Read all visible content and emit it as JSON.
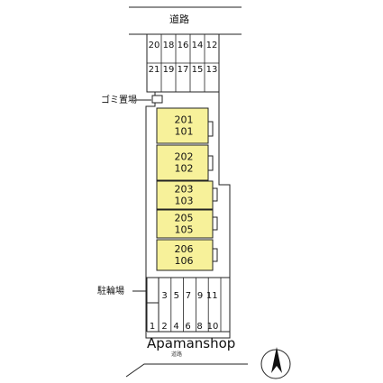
{
  "labels": {
    "road_top": "道路",
    "garbage": "ゴミ置場",
    "bicycle": "駐輪場",
    "watermark": "Apamanshop",
    "road_bottom": "道路"
  },
  "top_slots_upper": [
    "20",
    "18",
    "16",
    "14",
    "12"
  ],
  "top_slots_lower": [
    "21",
    "19",
    "17",
    "15",
    "13"
  ],
  "units": [
    {
      "upper": "201",
      "lower": "101"
    },
    {
      "upper": "202",
      "lower": "102"
    },
    {
      "upper": "203",
      "lower": "103"
    },
    {
      "upper": "205",
      "lower": "105"
    },
    {
      "upper": "206",
      "lower": "106"
    }
  ],
  "bottom_slots_upper": [
    "3",
    "5",
    "7",
    "9",
    "11"
  ],
  "bottom_slots_lower": [
    "1",
    "2",
    "4",
    "6",
    "8",
    "10"
  ],
  "colors": {
    "unit_fill": "#f7f19a",
    "line": "#222222",
    "background": "#ffffff"
  },
  "compass": "north-arrow"
}
